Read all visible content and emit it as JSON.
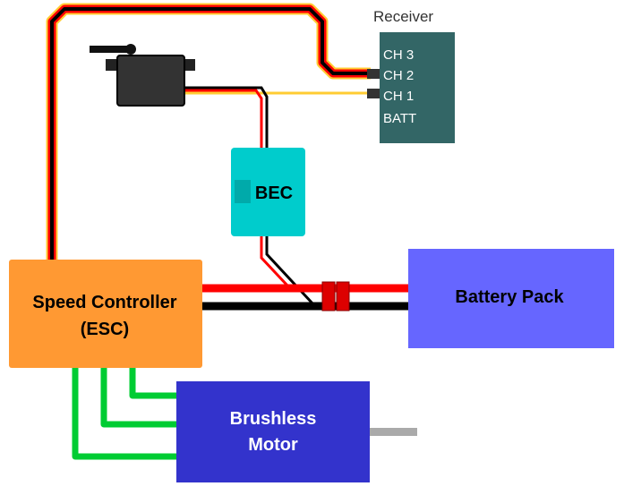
{
  "receiver": {
    "title": "Receiver",
    "channels": [
      "CH 3",
      "CH 2",
      "CH 1",
      "BATT"
    ]
  },
  "bec": {
    "label": "BEC"
  },
  "esc": {
    "line1": "Speed Controller",
    "line2": "(ESC)"
  },
  "battery": {
    "label": "Battery Pack"
  },
  "motor": {
    "line1": "Brushless",
    "line2": "Motor"
  },
  "colors": {
    "receiver_fill": "#336666",
    "bec_fill": "#00CCCC",
    "esc_fill": "#FF9933",
    "battery_fill": "#6666FF",
    "motor_fill": "#3333CC",
    "servo_fill": "#333333",
    "wire_red": "#FF0000",
    "wire_black": "#000000",
    "wire_yellow": "#FFCC33",
    "wire_orange": "#FF9900",
    "wire_green": "#00CC33",
    "shaft_gray": "#AAAAAA",
    "connector_red": "#DD0000"
  },
  "icons": {
    "servo": "servo-motor-icon",
    "connector": "power-connector-icon"
  }
}
